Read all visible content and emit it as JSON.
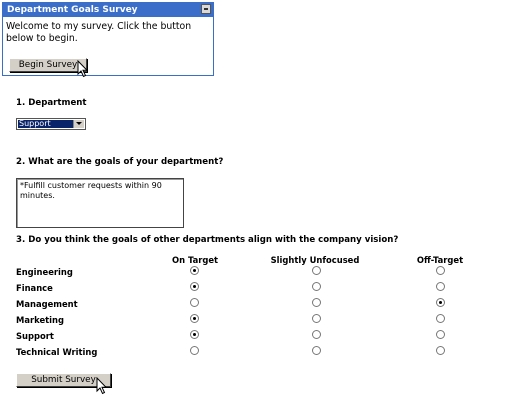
{
  "portlet": {
    "title": "Department Goals Survey",
    "intro_text": "Welcome to my survey. Click the button below to begin.",
    "begin_button": "Begin Survey"
  },
  "questions": {
    "q1": "1. Department",
    "q2": "2. What are the goals of your department?",
    "q3": "3. Do you think the goals of other departments align with the company vision?"
  },
  "department_select": {
    "selected": "Support"
  },
  "goals_text": "*Fulfill customer requests within 90\nminutes.",
  "matrix": {
    "columns": [
      "On Target",
      "Slightly Unfocused",
      "Off-Target"
    ],
    "rows": [
      {
        "label": "Engineering",
        "selected": "On Target"
      },
      {
        "label": "Finance",
        "selected": "On Target"
      },
      {
        "label": "Management",
        "selected": "Off-Target"
      },
      {
        "label": "Marketing",
        "selected": "On Target"
      },
      {
        "label": "Support",
        "selected": "On Target"
      },
      {
        "label": "Technical Writing",
        "selected": ""
      }
    ]
  },
  "submit_button": "Submit Survey",
  "colors": {
    "portlet_header": "#3a6ec9",
    "selection": "#0a246a",
    "button_face": "#d4d0c8"
  }
}
